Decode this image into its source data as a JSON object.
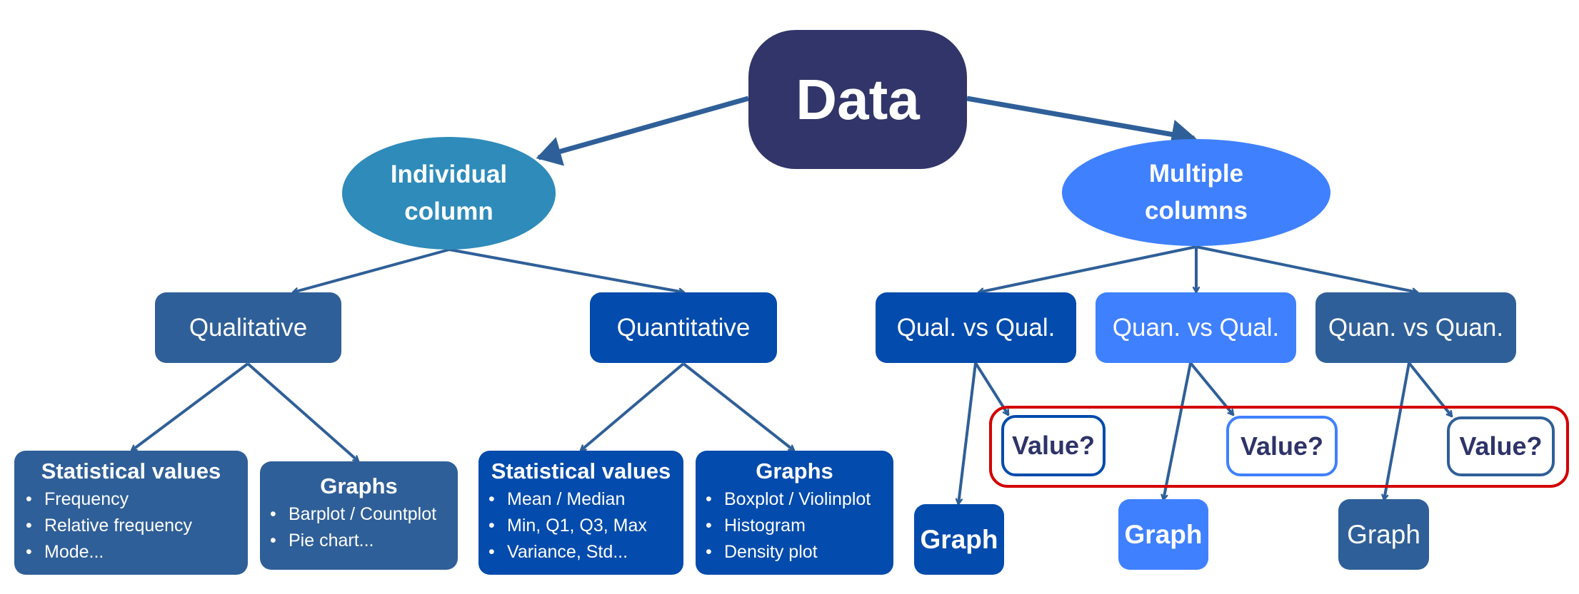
{
  "colors": {
    "root": "#313569",
    "individual": "#2e8bba",
    "multiple": "#3f80fe",
    "steel": "#2f5f98",
    "royal": "#034bac",
    "bright": "#3f80fe",
    "arrow": "#2f5f98",
    "highlight": "#d30000",
    "value_text": "#2e3368"
  },
  "root": {
    "label": "Data"
  },
  "branches": {
    "individual": {
      "line1": "Individual",
      "line2": "column"
    },
    "multiple": {
      "line1": "Multiple",
      "line2": "columns"
    }
  },
  "individual_types": {
    "qualitative": {
      "label": "Qualitative",
      "stats": {
        "title": "Statistical values",
        "items": [
          "Frequency",
          "Relative frequency",
          "Mode..."
        ]
      },
      "graphs": {
        "title": "Graphs",
        "items": [
          "Barplot / Countplot",
          "Pie chart..."
        ]
      }
    },
    "quantitative": {
      "label": "Quantitative",
      "stats": {
        "title": "Statistical values",
        "items": [
          "Mean / Median",
          "Min, Q1, Q3, Max",
          "Variance, Std..."
        ]
      },
      "graphs": {
        "title": "Graphs",
        "items": [
          "Boxplot / Violinplot",
          "Histogram",
          "Density plot"
        ]
      }
    }
  },
  "bullet_glyph": "•",
  "multiple_types": [
    {
      "label": "Qual. vs Qual.",
      "value": "Value?",
      "graph": "Graph"
    },
    {
      "label": "Quan. vs Qual.",
      "value": "Value?",
      "graph": "Graph"
    },
    {
      "label": "Quan. vs Quan.",
      "value": "Value?",
      "graph": "Graph"
    }
  ]
}
